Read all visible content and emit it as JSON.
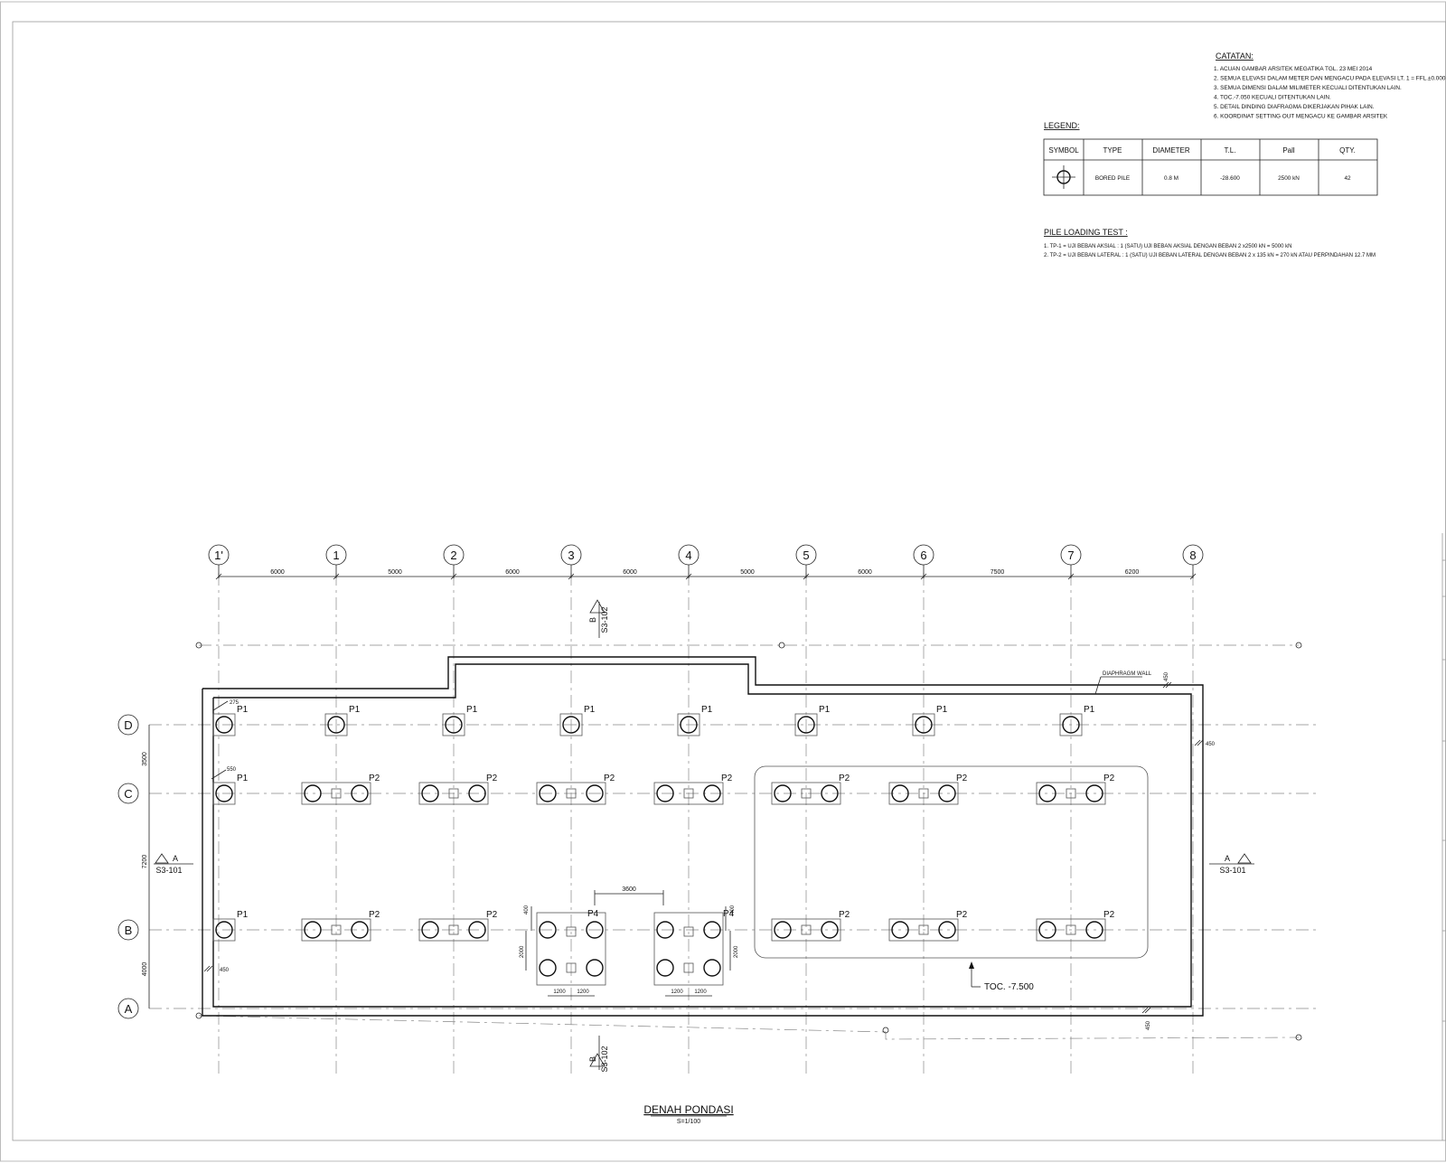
{
  "catatan": {
    "title": "CATATAN:",
    "items": [
      "1.  ACUAN GAMBAR ARSITEK MEGATIKA TGL. 23 MEI 2014",
      "2.  SEMUA ELEVASI DALAM METER DAN MENGACU PADA ELEVASI LT. 1 = FFL.±0.000",
      "3.  SEMUA DIMENSI DALAM MILIMETER KECUALI DITENTUKAN LAIN.",
      "4.  TOC.-7.050 KECUALI DITENTUKAN LAIN.",
      "5.  DETAIL DINDING DIAFRAGMA DIKERJAKAN PIHAK LAIN.",
      "6.  KOORDINAT SETTING OUT MENGACU KE GAMBAR ARSITEK"
    ]
  },
  "legend": {
    "title": "LEGEND:",
    "headers": [
      "SYMBOL",
      "TYPE",
      "DIAMETER",
      "T.L.",
      "Pall",
      "QTY."
    ],
    "row": [
      "",
      "BORED PILE",
      "0.8 M",
      "-28.600",
      "2500 kN",
      "42"
    ]
  },
  "pile_test": {
    "title": "PILE LOADING TEST :",
    "items": [
      "1. TP-1 = UJI BEBAN AKSIAL : 1 (SATU) UJI BEBAN AKSIAL DENGAN BEBAN 2 x2500 kN = 5000 kN",
      "2. TP-2 = UJI BEBAN LATERAL : 1 (SATU) UJI BEBAN LATERAL DENGAN BEBAN 2 x 135 kN = 270 kN ATAU PERPINDAHAN 12.7 MM"
    ]
  },
  "grid_columns": [
    "1'",
    "1",
    "2",
    "3",
    "4",
    "5",
    "6",
    "7",
    "8"
  ],
  "column_spacings": [
    "6000",
    "5000",
    "6000",
    "6000",
    "5000",
    "6000",
    "7500",
    "6200"
  ],
  "grid_rows": [
    "D",
    "C",
    "B",
    "A"
  ],
  "row_spacings": [
    "3500",
    "7200",
    "4000"
  ],
  "section_marks": {
    "b_top": "B",
    "b_top_ref": "S3-102",
    "b_bottom": "B",
    "b_bottom_ref": "S3-102",
    "a_left": "A",
    "a_left_ref": "S3-101",
    "a_right": "A",
    "a_right_ref": "S3-101"
  },
  "cap_labels": {
    "p1": "P1",
    "p2": "P2",
    "p4": "P4"
  },
  "dimensions": {
    "d275": "275",
    "d550": "550",
    "d450_left": "450",
    "d450_right": "450",
    "d450_top": "450",
    "d450_bottom": "450",
    "p4_spacing": "3600",
    "p4_v400a": "400",
    "p4_v400b": "400",
    "p4_v2000a": "2000",
    "p4_v2000b": "2000",
    "p4_h1200a": "1200",
    "p4_h1200b": "1200",
    "p4_h1200c": "1200",
    "p4_h1200d": "1200"
  },
  "diaphragm_wall": "DIAPHRAGM WALL",
  "toc": "TOC. -7.500",
  "drawing_title": "DENAH PONDASI",
  "drawing_scale": "S=1/100"
}
